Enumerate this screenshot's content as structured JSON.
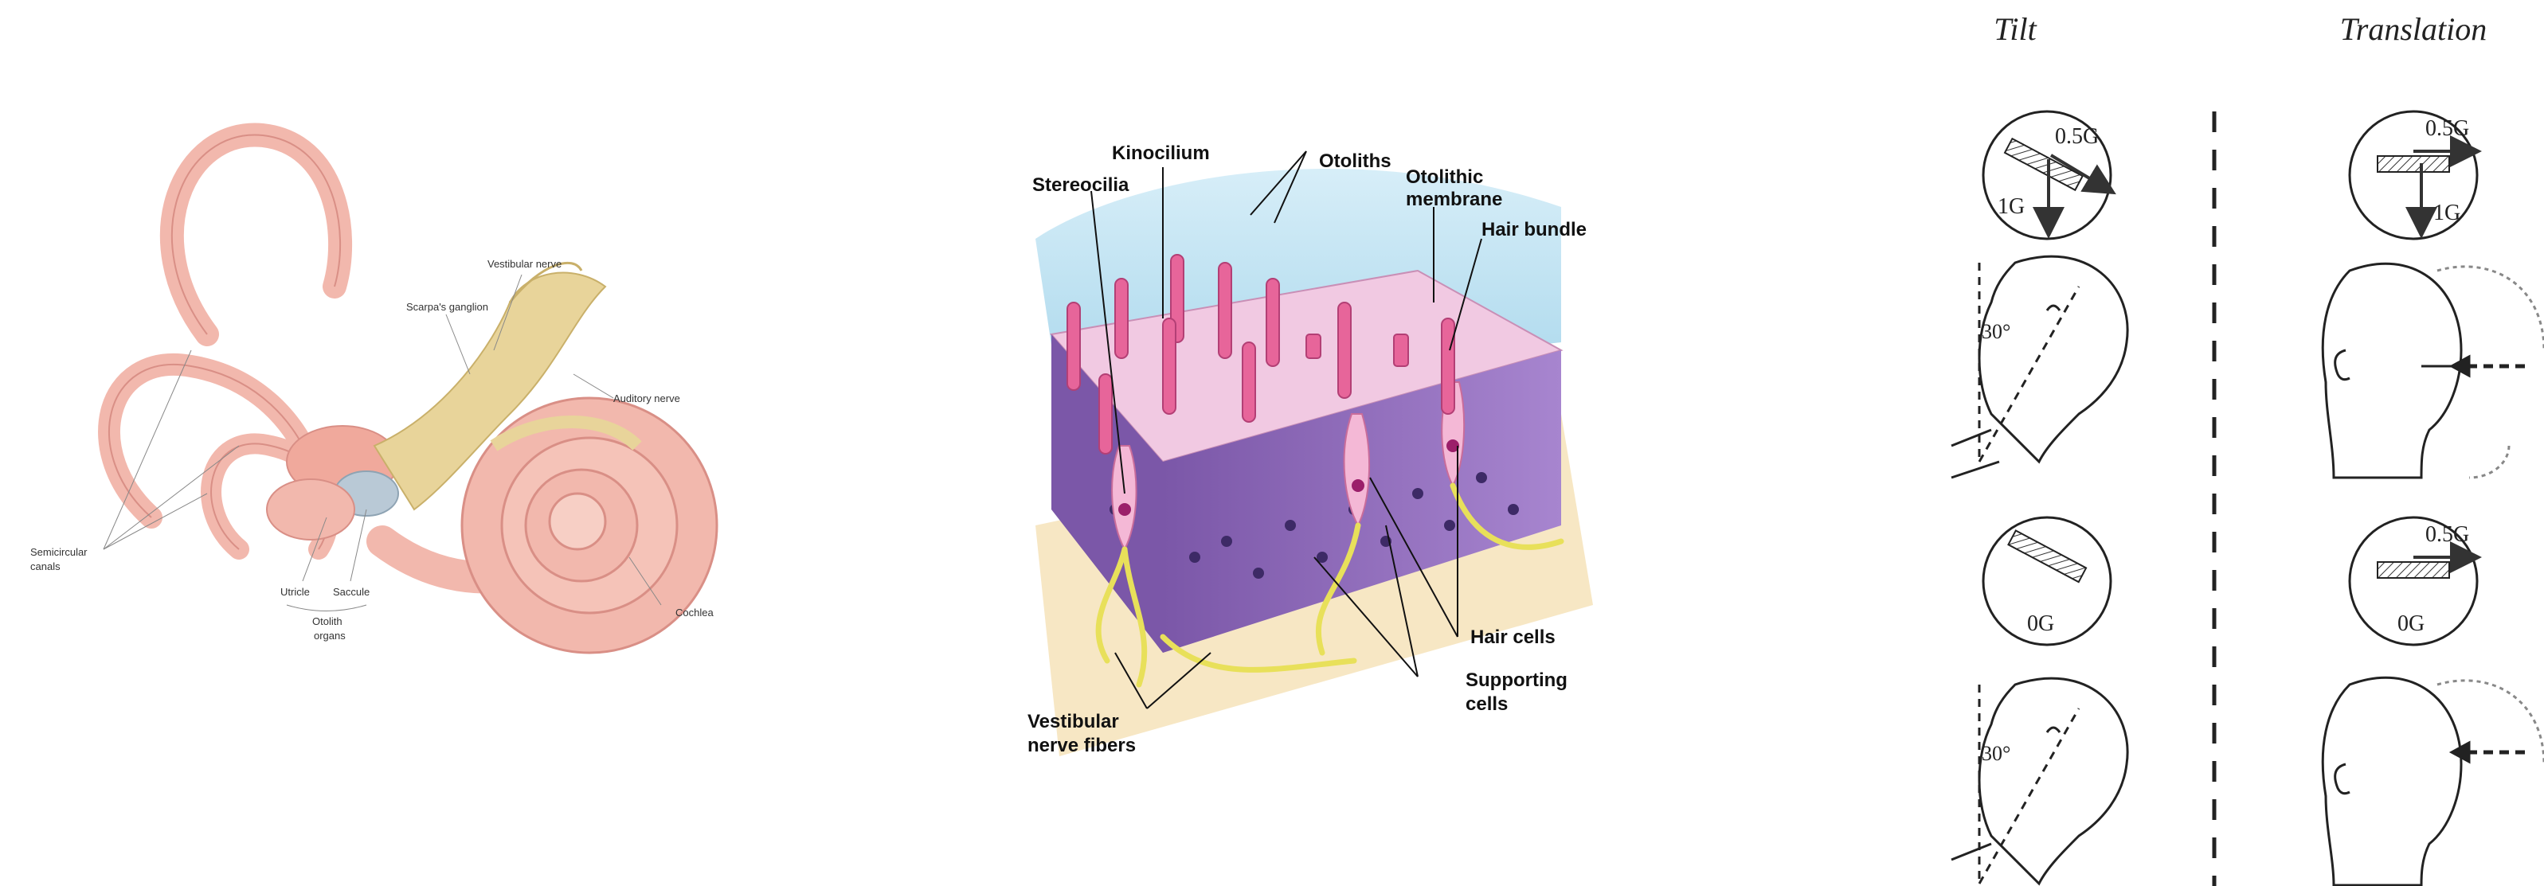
{
  "inner_ear": {
    "labels": {
      "vestibular_nerve": "Vestibular nerve",
      "scarpas_ganglion": "Scarpa's ganglion",
      "auditory_nerve": "Auditory nerve",
      "semicircular_canals": [
        "Semicircular",
        "canals"
      ],
      "utricle": "Utricle",
      "saccule": "Saccule",
      "otolith_organs": [
        "Otolith",
        "organs"
      ],
      "cochlea": "Cochlea"
    },
    "colors": {
      "tissue": "#f2b8ad",
      "nerve": "#e8d49a",
      "outline": "#d98f86"
    }
  },
  "macula": {
    "labels": {
      "kinocilium": "Kinocilium",
      "otoliths": "Otoliths",
      "stereocilia": "Stereocilia",
      "otolithic_membrane": [
        "Otolithic",
        "membrane"
      ],
      "hair_bundle": "Hair bundle",
      "hair_cells": "Hair cells",
      "supporting_cells": [
        "Supporting",
        "cells"
      ],
      "vestibular_nerve_fibers": [
        "Vestibular",
        "nerve fibers"
      ]
    },
    "colors": {
      "membrane": "#bfe3f2",
      "epithelium": "#8e6ab8",
      "hair": "#e7659a",
      "nerve": "#e8e05a",
      "base": "#f7e7c4"
    }
  },
  "tilt_translation": {
    "headers": {
      "tilt": "Tilt",
      "translation": "Translation"
    },
    "panels": {
      "tilt_top": {
        "forward": "0.5G",
        "down": "1G",
        "angle": "30°"
      },
      "translation_top": {
        "forward": "0.5G",
        "down": "1G"
      },
      "tilt_bottom": {
        "value": "0G",
        "angle": "30°"
      },
      "translation_bottom": {
        "forward": "0.5G",
        "value": "0G"
      }
    }
  }
}
